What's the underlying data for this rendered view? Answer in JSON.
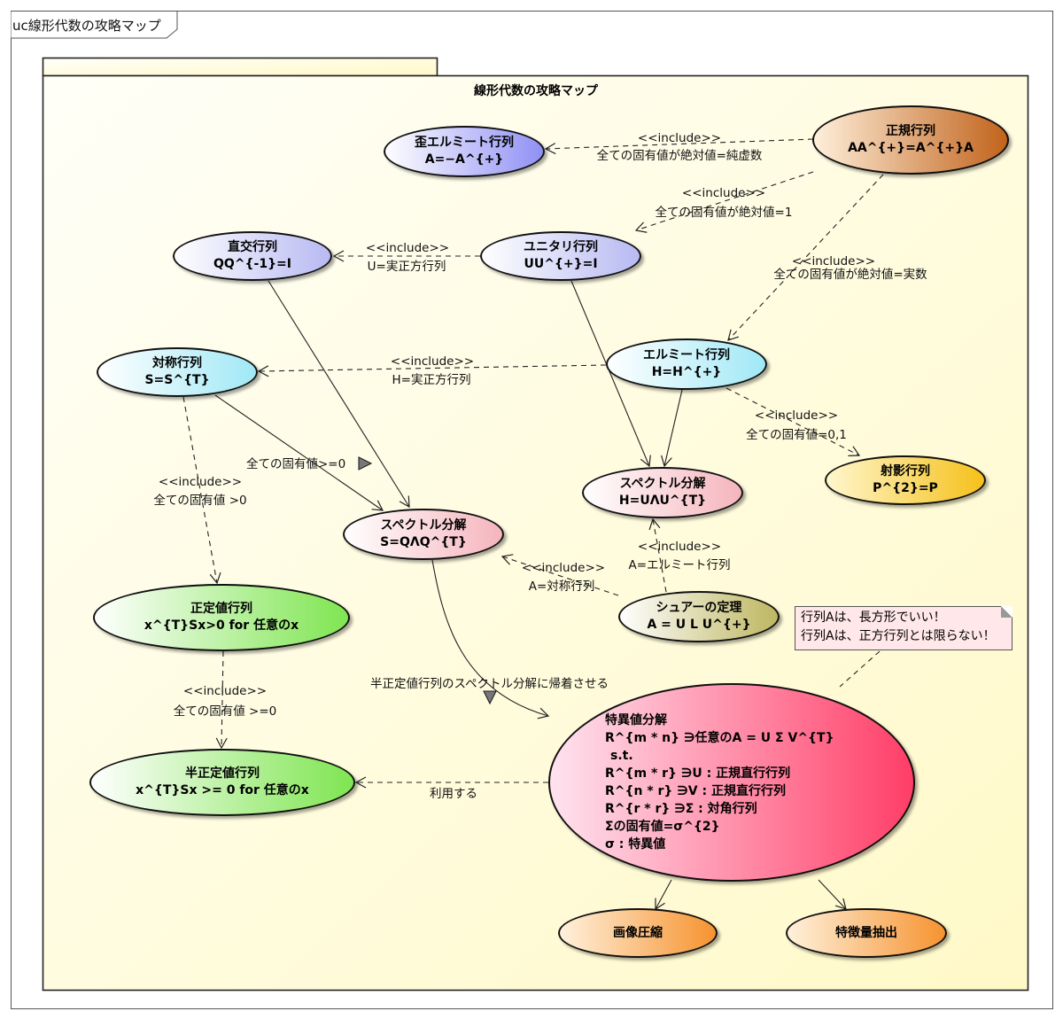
{
  "frame": {
    "title": "uc線形代数の攻略マップ"
  },
  "package": {
    "title": "線形代数の攻略マップ"
  },
  "usecases": {
    "waikyoku": [
      "歪エルミート行列",
      "A=−A^{+}"
    ],
    "seiki": [
      "正規行列",
      "AA^{+}=A^{+}A"
    ],
    "chokko": [
      "直交行列",
      "QQ^{-1}=I"
    ],
    "unitary": [
      "ユニタリ行列",
      "UU^{+}=I"
    ],
    "taisho": [
      "対称行列",
      "S=S^{T}"
    ],
    "hermite": [
      "エルミート行列",
      "H=H^{+}"
    ],
    "shaei": [
      "射影行列",
      "P^{2}=P"
    ],
    "spec_h": [
      "スペクトル分解",
      "H=UΛU^{T}"
    ],
    "spec_s": [
      "スペクトル分解",
      "S=QΛQ^{T}"
    ],
    "seitei": [
      "正定値行列",
      "x^{T}Sx>0 for 任意のx"
    ],
    "schur": [
      "シュアーの定理",
      "A = U L U^{+}"
    ],
    "hanseitei": [
      "半正定値行列",
      "x^{T}Sx >= 0 for 任意のx"
    ],
    "svd": [
      "特異値分解",
      "R^{m * n} ∋任意のA = U Σ V^{T}",
      "s.t.",
      "R^{m * r} ∋U : 正規直行行列",
      "R^{n * r} ∋V : 正規直行行列",
      "R^{r * r} ∋Σ : 対角行列",
      "Σの固有値=σ^{2}",
      "σ : 特異値"
    ],
    "gazo": [
      "画像圧縮"
    ],
    "tokucho": [
      "特徴量抽出"
    ]
  },
  "relations": {
    "seiki_waikyoku": [
      "<<include>>",
      "全ての固有値が絶対値=純虚数"
    ],
    "seiki_unitary": [
      "<<include>>",
      "全ての固有値が絶対値=1"
    ],
    "seiki_hermite": [
      "<<include>>",
      "全ての固有値が絶対値=実数"
    ],
    "unitary_chokko": [
      "<<include>>",
      "U=実正方行列"
    ],
    "hermite_taisho": [
      "<<include>>",
      "H=実正方行列"
    ],
    "hermite_shaei": [
      "<<include>>",
      "全ての固有値=0,1"
    ],
    "taisho_seitei": [
      "<<include>>",
      "全ての固有値 >0"
    ],
    "taisho_spec": "全ての固有値>=0",
    "seitei_hanseitei": [
      "<<include>>",
      "全ての固有値 >=0"
    ],
    "schur_spec_h": [
      "<<include>>",
      "A=エルミート行列"
    ],
    "schur_spec_s": [
      "<<include>>",
      "A=対称行列"
    ],
    "spec_svd": "半正定値行列のスペクトル分解に帰着させる",
    "svd_hanseitei": "利用する"
  },
  "note": [
    "行列Aは、長方形でいい！",
    "行列Aは、正方行列とは限らない！"
  ],
  "colors": {
    "frame_border": "#555555",
    "package_fill": "#fffee0",
    "note_fill": "#ffe7ea"
  }
}
